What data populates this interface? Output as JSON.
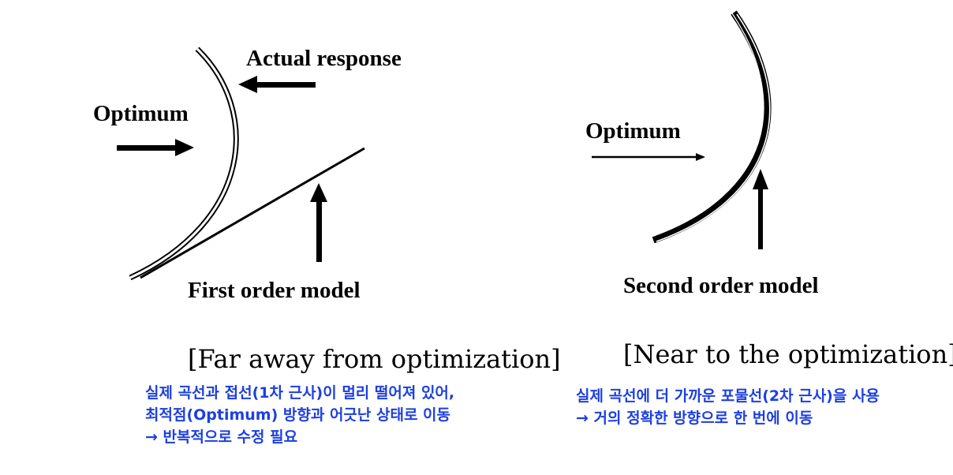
{
  "left_panel": {
    "label_actual_response": "Actual response",
    "label_optimum": "Optimum",
    "label_model": "First order model",
    "caption": "[Far away from optimization]",
    "note_lines": [
      "실제 곡선과 접선(1차 근사)이 멀리 떨어져 있어,",
      "최적점(Optimum) 방향과 어긋난 상태로 이동",
      "→ 반복적으로 수정 필요"
    ]
  },
  "right_panel": {
    "label_optimum": "Optimum",
    "label_model": "Second order model",
    "caption": "[Near to the optimization]",
    "note_lines": [
      "실제 곡선에 더 가까운 포물선(2차 근사)을 사용",
      "→ 거의 정확한 방향으로 한 번에 이동"
    ]
  },
  "colors": {
    "ink": "#000000",
    "note_blue": "#1d3fe0",
    "background": "#ffffff"
  }
}
